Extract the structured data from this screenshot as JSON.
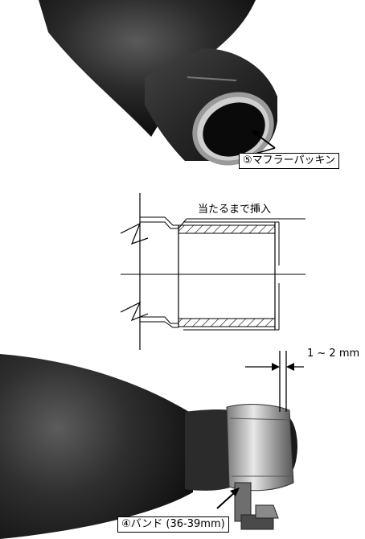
{
  "photo_top": {
    "callout_label": "⑤マフラーパッキン"
  },
  "diagram": {
    "instruction_label": "当たるまで挿入"
  },
  "photo_bottom": {
    "gap_label": "1 ~ 2 mm",
    "callout_label": "④バンド (36-39mm)"
  }
}
